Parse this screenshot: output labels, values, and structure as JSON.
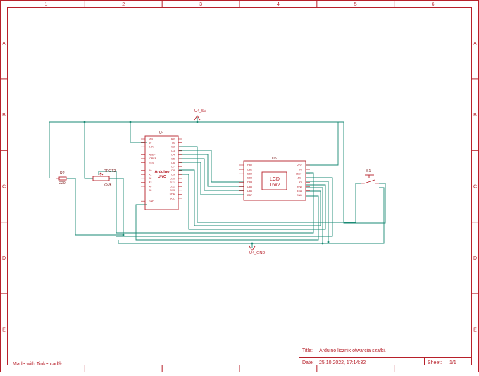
{
  "frame": {
    "columns": [
      "1",
      "2",
      "3",
      "4",
      "5",
      "6"
    ],
    "rows": [
      "A",
      "B",
      "C",
      "D",
      "E"
    ]
  },
  "components": {
    "u4": {
      "ref": "U4",
      "name_line1": "Arduino",
      "name_line2": "UNO",
      "left_pins": [
        "VIN",
        "5V",
        "3.3V",
        "AREF",
        "IOREF",
        "RES",
        "A0",
        "A1",
        "A2",
        "A3",
        "A4",
        "A5",
        "GND"
      ],
      "right_pins": [
        "RX",
        "TX",
        "D2",
        "D3",
        "D4",
        "D5",
        "D6",
        "D7",
        "D8",
        "D9",
        "D10",
        "D11",
        "D12",
        "D13",
        "SDA",
        "SCL"
      ]
    },
    "u5": {
      "ref": "U5",
      "name_line1": "LCD",
      "name_line2": "16x2",
      "left_pins": [
        "DB0",
        "DB1",
        "DB2",
        "DB3",
        "DB4",
        "DB5",
        "DB6",
        "DB7"
      ],
      "right_pins": [
        "VCC",
        "V0",
        "LED+",
        "LED-",
        "RS",
        "R/W",
        "ENA",
        "GND"
      ]
    },
    "r2": {
      "ref": "R2",
      "value": "220"
    },
    "rpot": {
      "ref": "RPOT2",
      "value": "250k"
    },
    "s1": {
      "ref": "S1"
    }
  },
  "nets": {
    "vcc": "U4_5V",
    "gnd": "U4_GND"
  },
  "footer": {
    "made_with": "Made with Tinkercad®",
    "title_label": "Title:",
    "title_value": "Arduino licznik otwarcia szafki.",
    "date_label": "Date:",
    "date_value": "25.10.2022, 17:14:32",
    "sheet_label": "Sheet:",
    "sheet_value": "1/1"
  },
  "colors": {
    "frame": "#b7202a",
    "wire": "#1a8a74"
  }
}
